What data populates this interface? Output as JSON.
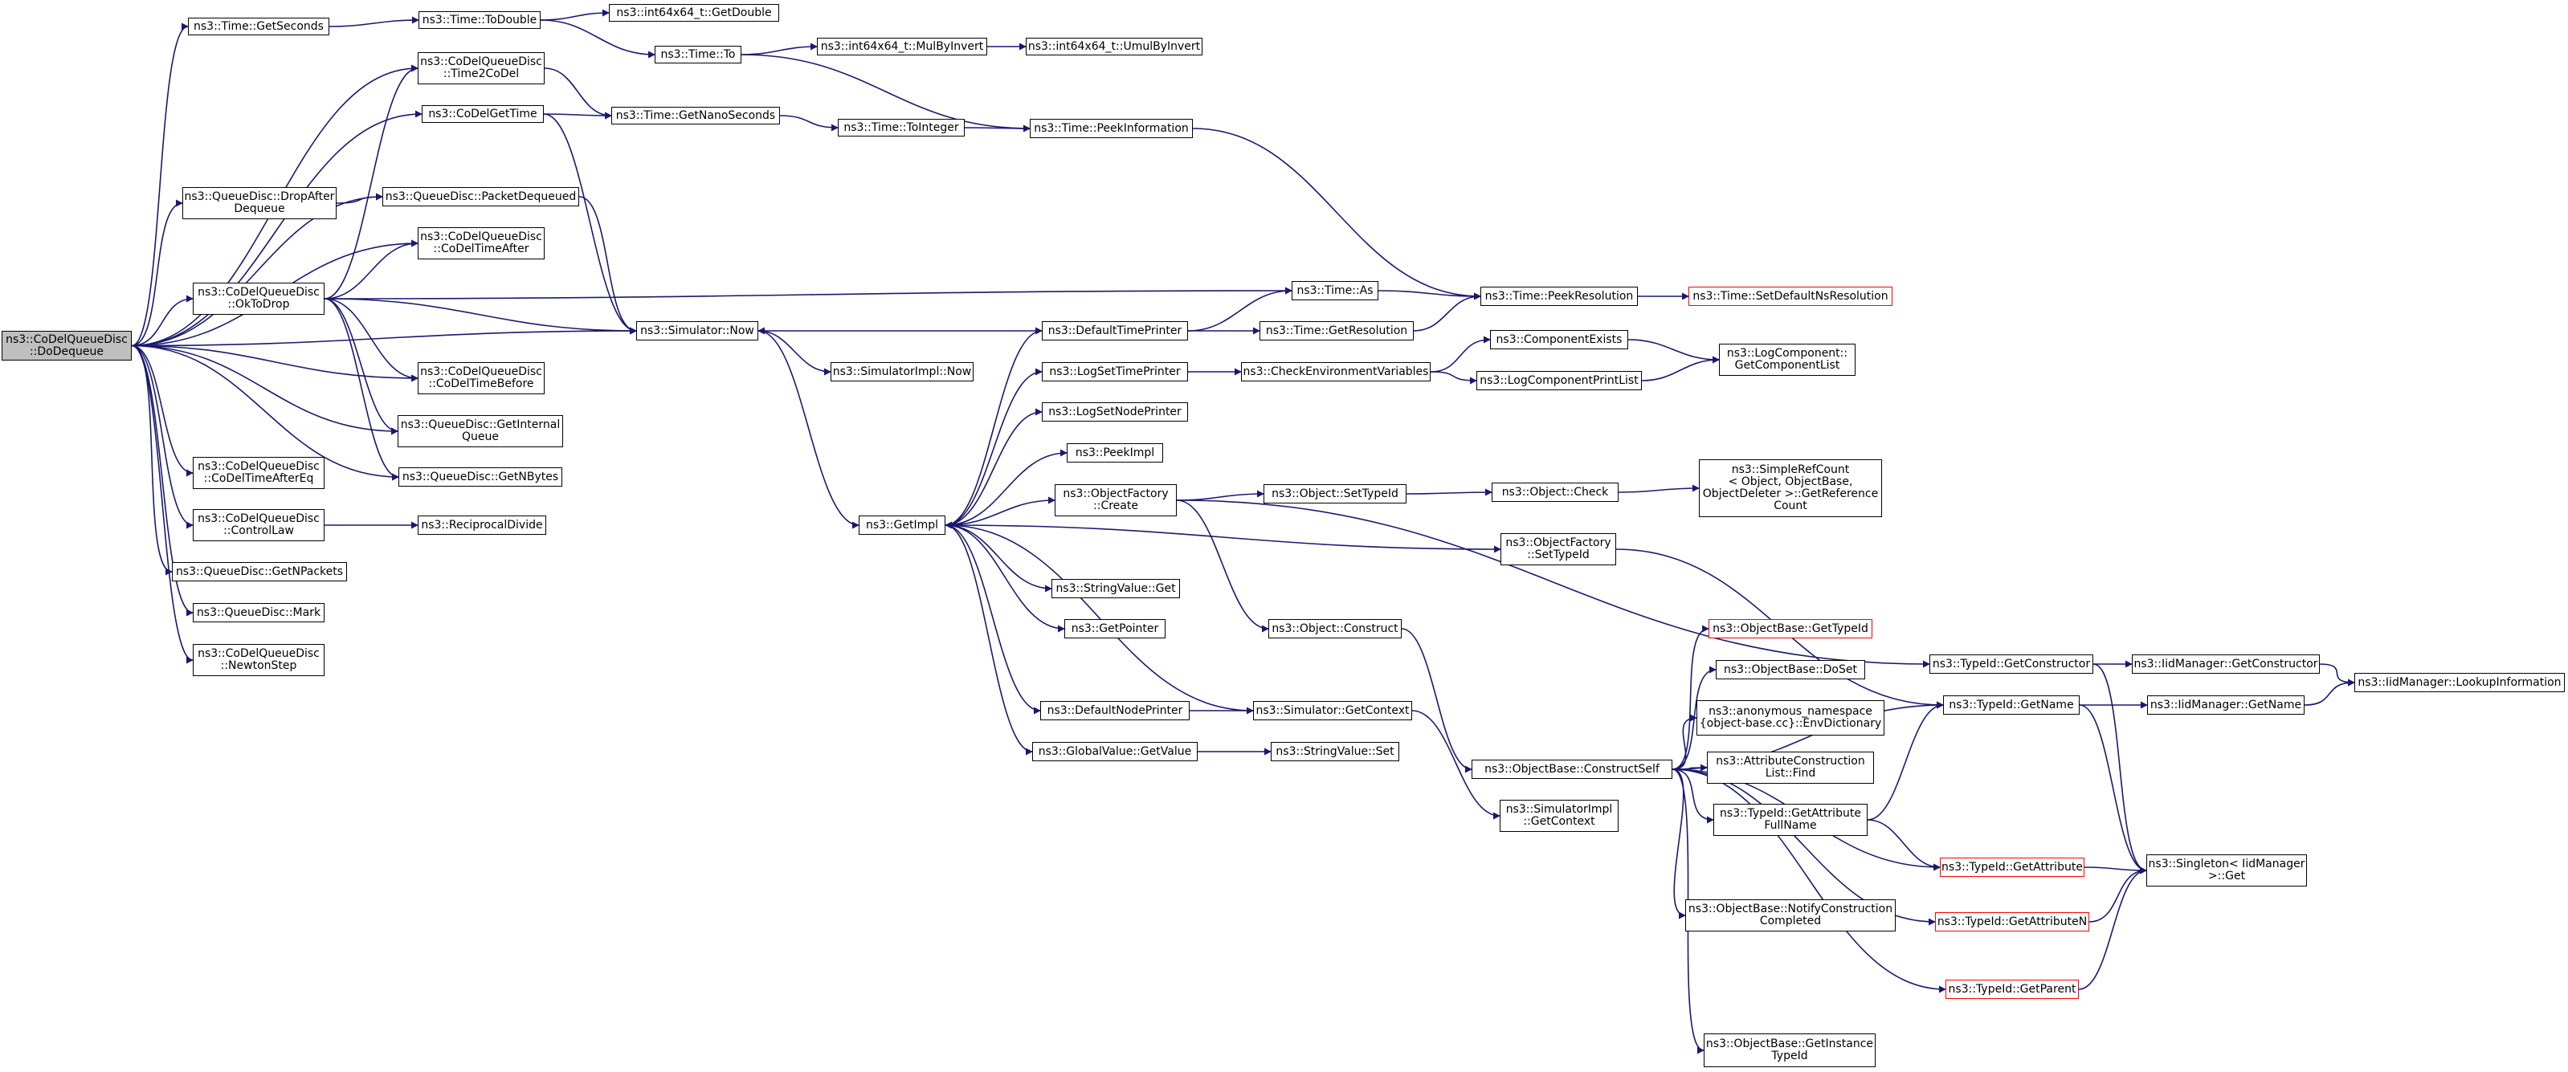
{
  "colors": {
    "edge": "#191970",
    "root_fill": "#bfbfbf",
    "node_border": "#000000",
    "truncated_border": "#ff0000",
    "background": "#ffffff"
  },
  "nodes": {
    "root": [
      "ns3::CoDelQueueDisc",
      "::DoDequeue"
    ],
    "time_getseconds": [
      "ns3::Time::GetSeconds"
    ],
    "time_todouble": [
      "ns3::Time::ToDouble"
    ],
    "int64_getdouble": [
      "ns3::int64x64_t::GetDouble"
    ],
    "time_to": [
      "ns3::Time::To"
    ],
    "int64_mulbyinvert": [
      "ns3::int64x64_t::MulByInvert"
    ],
    "int64_umulbyinvert": [
      "ns3::int64x64_t::UmulByInvert"
    ],
    "time2codel": [
      "ns3::CoDelQueueDisc",
      "::Time2CoDel"
    ],
    "codelgettime": [
      "ns3::CoDelGetTime"
    ],
    "time_getnanoseconds": [
      "ns3::Time::GetNanoSeconds"
    ],
    "time_tointeger": [
      "ns3::Time::ToInteger"
    ],
    "time_peekinformation": [
      "ns3::Time::PeekInformation"
    ],
    "qd_dropafterdequeue": [
      "ns3::QueueDisc::DropAfter",
      "Dequeue"
    ],
    "qd_packetdequeued": [
      "ns3::QueueDisc::PacketDequeued"
    ],
    "codeltimeafter": [
      "ns3::CoDelQueueDisc",
      "::CoDelTimeAfter"
    ],
    "oktodrop": [
      "ns3::CoDelQueueDisc",
      "::OkToDrop"
    ],
    "time_as": [
      "ns3::Time::As"
    ],
    "time_peekresolution": [
      "ns3::Time::PeekResolution"
    ],
    "time_setdefaultnsresolution": [
      "ns3::Time::SetDefaultNsResolution"
    ],
    "simulator_now": [
      "ns3::Simulator::Now"
    ],
    "defaulttimeprinter": [
      "ns3::DefaultTimePrinter"
    ],
    "time_getresolution": [
      "ns3::Time::GetResolution"
    ],
    "simulatorimpl_now": [
      "ns3::SimulatorImpl::Now"
    ],
    "codeltimebefore": [
      "ns3::CoDelQueueDisc",
      "::CoDelTimeBefore"
    ],
    "qd_getinternalqueue": [
      "ns3::QueueDisc::GetInternal",
      "Queue"
    ],
    "logsettimeprinter": [
      "ns3::LogSetTimePrinter"
    ],
    "checkenvironmentvariables": [
      "ns3::CheckEnvironmentVariables"
    ],
    "componentexists": [
      "ns3::ComponentExists"
    ],
    "logcomponentprintlist": [
      "ns3::LogComponentPrintList"
    ],
    "logcomponent_getcomponentlist": [
      "ns3::LogComponent::",
      "GetComponentList"
    ],
    "logsetnodeprinter": [
      "ns3::LogSetNodePrinter"
    ],
    "peekimpl": [
      "ns3::PeekImpl"
    ],
    "codeltimeaftereq": [
      "ns3::CoDelQueueDisc",
      "::CoDelTimeAfterEq"
    ],
    "qd_getnbytes": [
      "ns3::QueueDisc::GetNBytes"
    ],
    "objectfactory_create": [
      "ns3::ObjectFactory",
      "::Create"
    ],
    "object_settypeid": [
      "ns3::Object::SetTypeId"
    ],
    "object_check": [
      "ns3::Object::Check"
    ],
    "simplerefcount": [
      "ns3::SimpleRefCount",
      "< Object, ObjectBase,",
      " ObjectDeleter >::GetReference",
      "Count"
    ],
    "controllaw": [
      "ns3::CoDelQueueDisc",
      "::ControlLaw"
    ],
    "reciprocaldivide": [
      "ns3::ReciprocalDivide"
    ],
    "getimpl": [
      "ns3::GetImpl"
    ],
    "objectfactory_settypeid": [
      "ns3::ObjectFactory",
      "::SetTypeId"
    ],
    "qd_getnpackets": [
      "ns3::QueueDisc::GetNPackets"
    ],
    "stringvalue_get": [
      "ns3::StringValue::Get"
    ],
    "qd_mark": [
      "ns3::QueueDisc::Mark"
    ],
    "getpointer": [
      "ns3::GetPointer"
    ],
    "object_construct": [
      "ns3::Object::Construct"
    ],
    "objectbase_gettypeid": [
      "ns3::ObjectBase::GetTypeId"
    ],
    "newtonstep": [
      "ns3::CoDelQueueDisc",
      "::NewtonStep"
    ],
    "objectbase_doset": [
      "ns3::ObjectBase::DoSet"
    ],
    "typeid_getconstructor": [
      "ns3::TypeId::GetConstructor"
    ],
    "iidmanager_getconstructor": [
      "ns3::IidManager::GetConstructor"
    ],
    "iidmanager_lookupinformation": [
      "ns3::IidManager::LookupInformation"
    ],
    "typeid_getname": [
      "ns3::TypeId::GetName"
    ],
    "iidmanager_getname": [
      "ns3::IidManager::GetName"
    ],
    "defaultnodeprinter": [
      "ns3::DefaultNodePrinter"
    ],
    "simulator_getcontext": [
      "ns3::Simulator::GetContext"
    ],
    "envdictionary": [
      "ns3::anonymous_namespace",
      "{object-base.cc}::EnvDictionary"
    ],
    "globalvalue_getvalue": [
      "ns3::GlobalValue::GetValue"
    ],
    "stringvalue_set": [
      "ns3::StringValue::Set"
    ],
    "objectbase_constructself": [
      "ns3::ObjectBase::ConstructSelf"
    ],
    "attributeconstructionlist_find": [
      "ns3::AttributeConstruction",
      "List::Find"
    ],
    "simulatorimpl_getcontext": [
      "ns3::SimulatorImpl",
      "::GetContext"
    ],
    "typeid_getattributefullname": [
      "ns3::TypeId::GetAttribute",
      "FullName"
    ],
    "typeid_getattribute": [
      "ns3::TypeId::GetAttribute"
    ],
    "singleton_get": [
      "ns3::Singleton< IidManager",
      " >::Get"
    ],
    "objectbase_notifyconstructioncompleted": [
      "ns3::ObjectBase::NotifyConstruction",
      "Completed"
    ],
    "typeid_getattributen": [
      "ns3::TypeId::GetAttributeN"
    ],
    "typeid_getparent": [
      "ns3::TypeId::GetParent"
    ],
    "objectbase_getinstancetypeid": [
      "ns3::ObjectBase::GetInstance",
      "TypeId"
    ]
  }
}
